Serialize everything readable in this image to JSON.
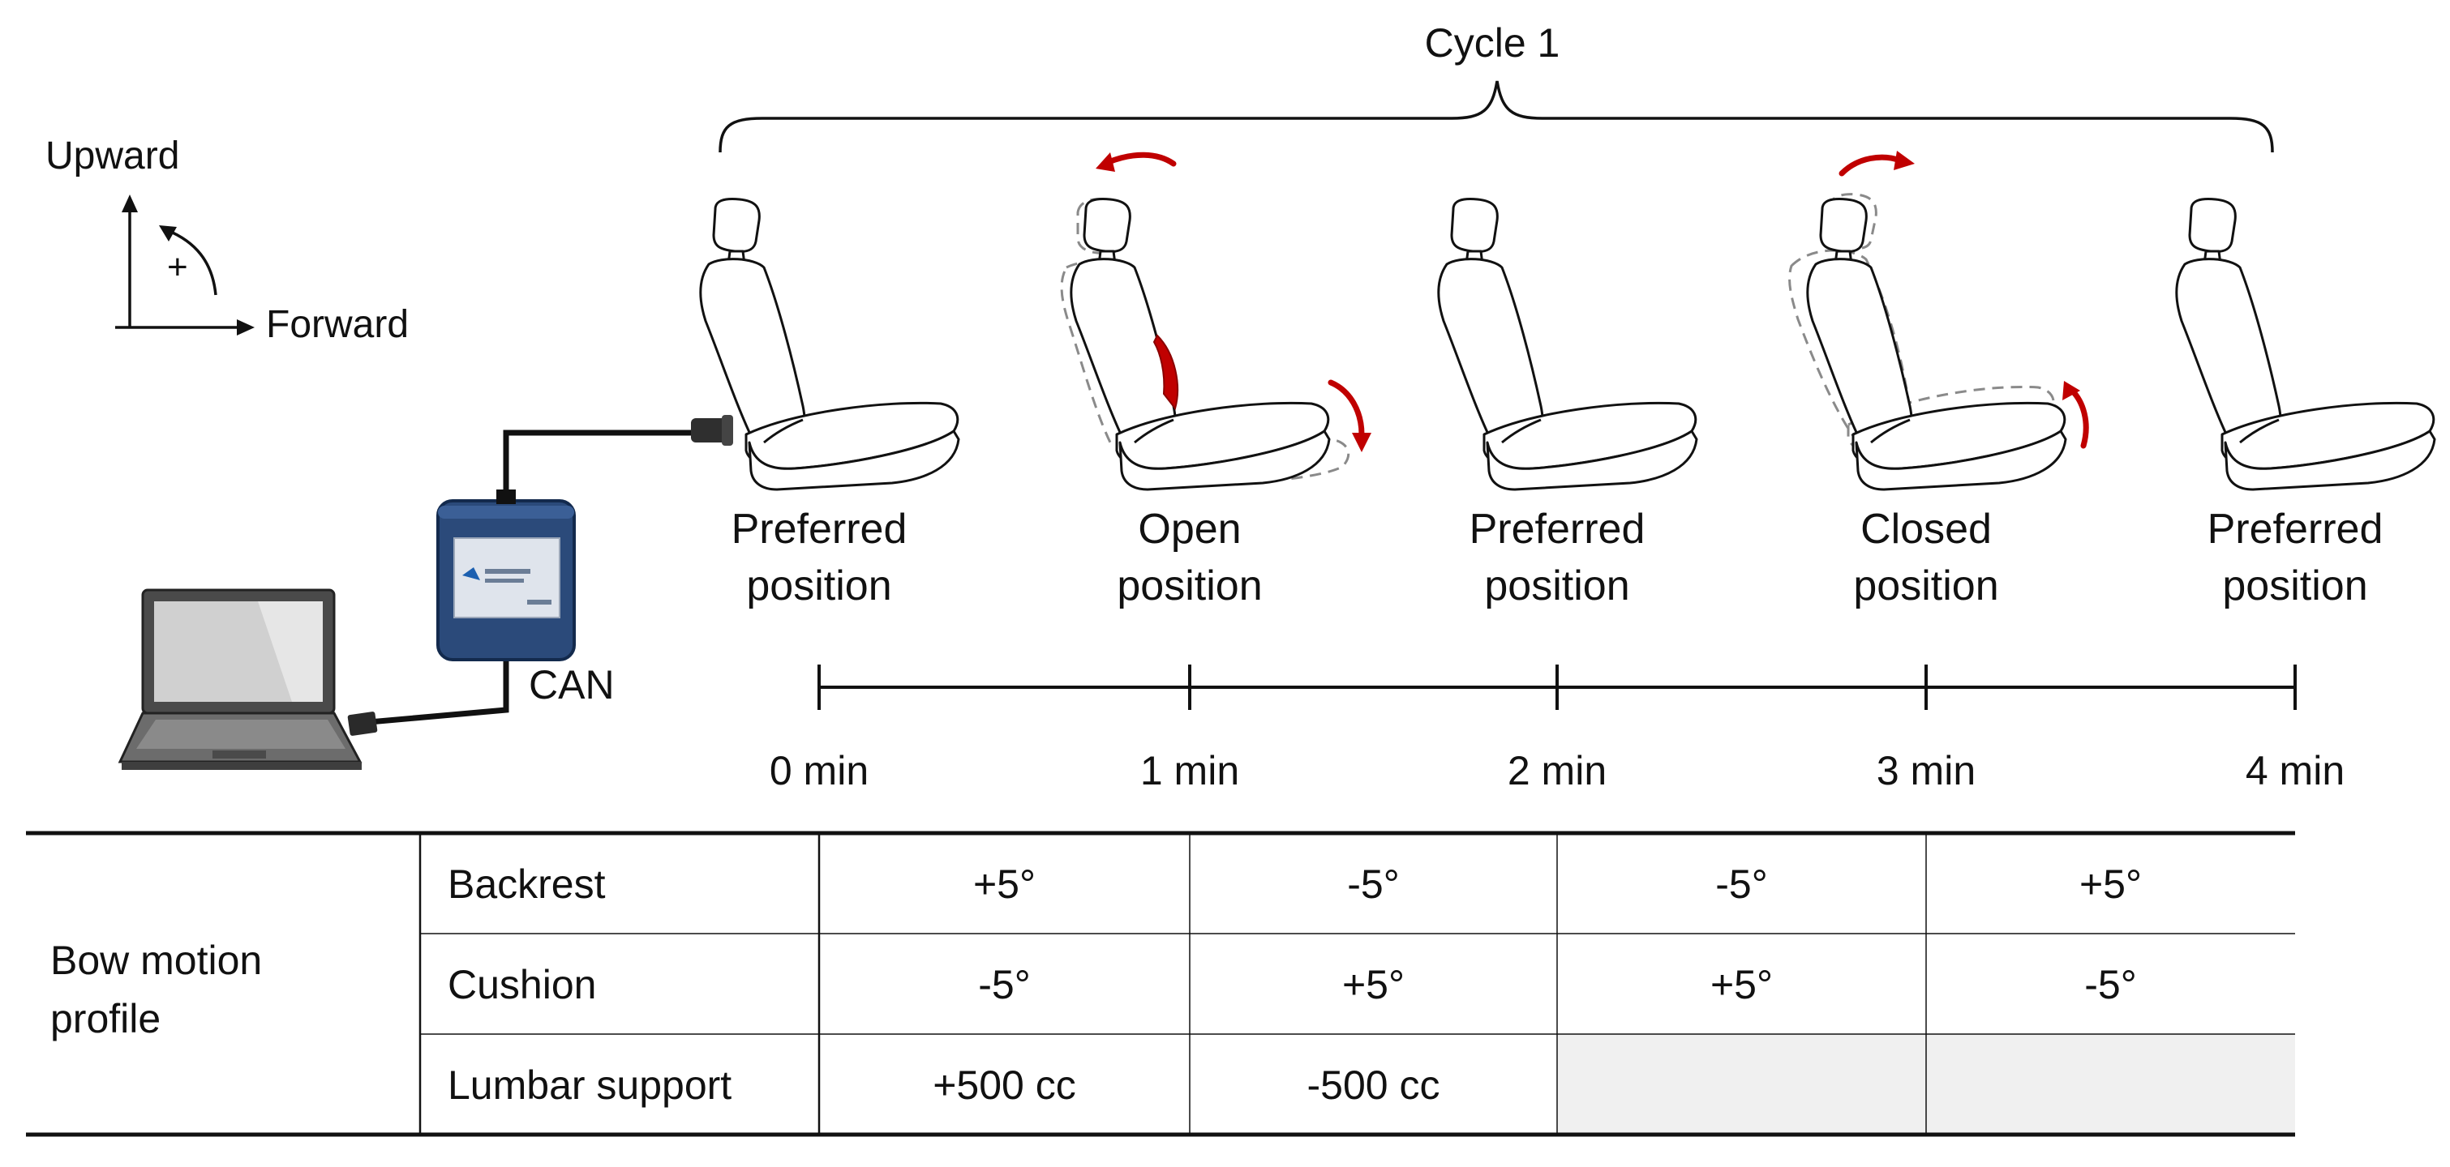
{
  "cycle_label": "Cycle 1",
  "orientation": {
    "up_label": "Upward",
    "forward_label": "Forward",
    "rotation_sign": "+"
  },
  "equipment": {
    "interface_label": "CAN"
  },
  "seat_states": [
    {
      "line1": "Preferred",
      "line2": "position",
      "variant": "preferred"
    },
    {
      "line1": "Open",
      "line2": "position",
      "variant": "open"
    },
    {
      "line1": "Preferred",
      "line2": "position",
      "variant": "preferred"
    },
    {
      "line1": "Closed",
      "line2": "position",
      "variant": "closed"
    },
    {
      "line1": "Preferred",
      "line2": "position",
      "variant": "preferred"
    }
  ],
  "timeline": {
    "ticks": [
      "0 min",
      "1 min",
      "2 min",
      "3 min",
      "4 min"
    ]
  },
  "table": {
    "row_group": [
      "Bow motion",
      "profile"
    ],
    "rows": [
      {
        "label": "Backrest",
        "cells": [
          "+5°",
          "-5°",
          "-5°",
          "+5°"
        ]
      },
      {
        "label": "Cushion",
        "cells": [
          "-5°",
          "+5°",
          "+5°",
          "-5°"
        ]
      },
      {
        "label": "Lumbar support",
        "cells": [
          "+500 cc",
          "-500 cc",
          "",
          ""
        ]
      }
    ],
    "empty_cell_color": "#f0f0f0"
  },
  "colors": {
    "arrow": "#c00000",
    "device_body": "#2b4a7a",
    "ghost": "#8a8a8a"
  }
}
